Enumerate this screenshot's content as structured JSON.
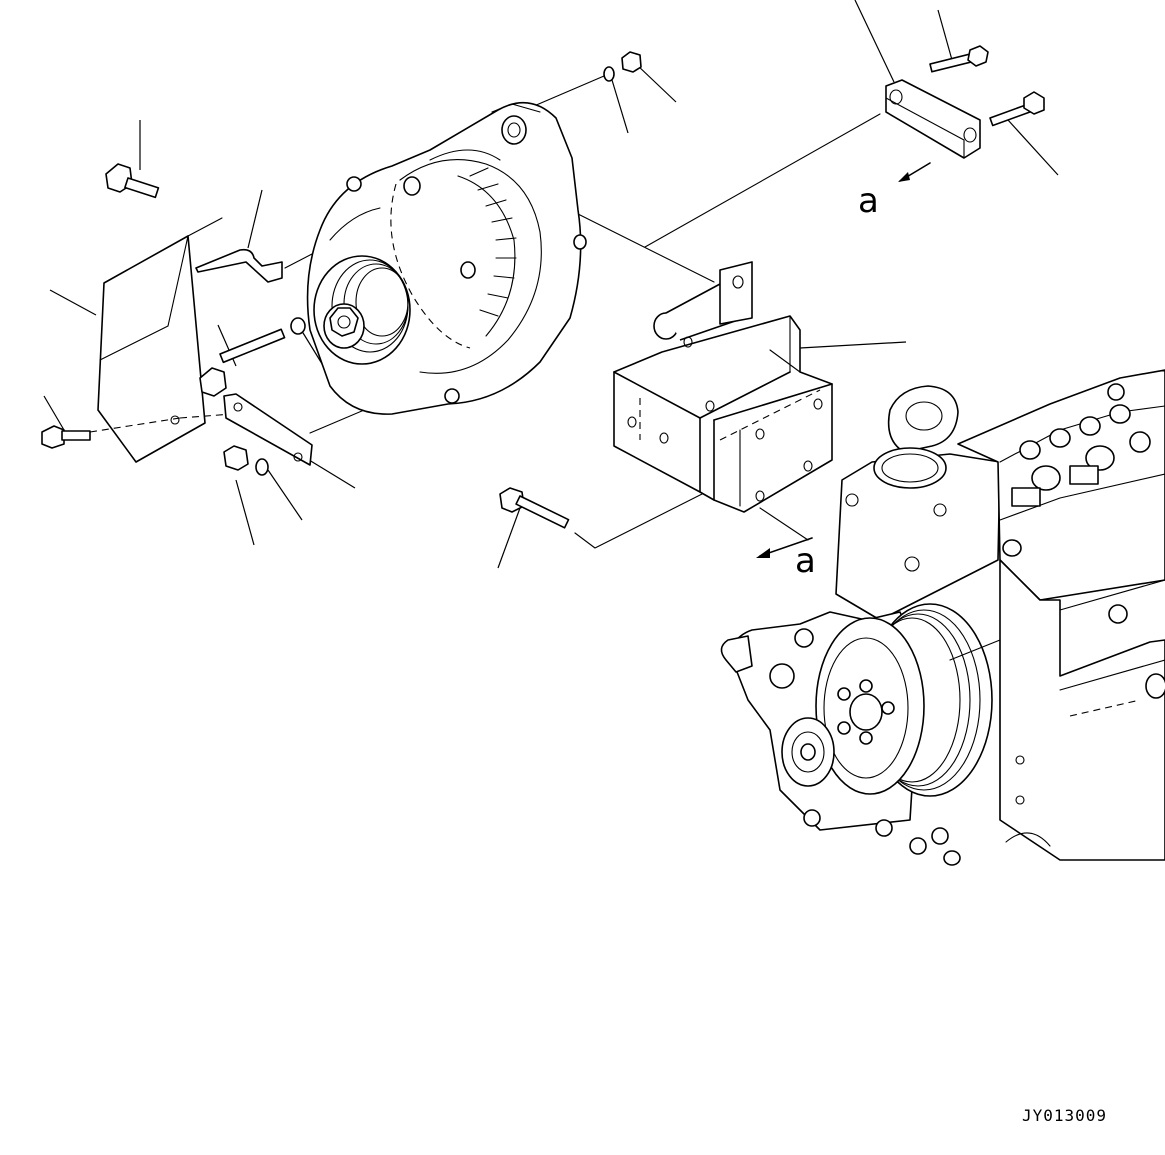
{
  "diagram": {
    "drawing_code": "JY013009",
    "view_callouts": [
      {
        "id": "upper",
        "label": "a"
      },
      {
        "id": "lower",
        "label": "a"
      }
    ]
  }
}
